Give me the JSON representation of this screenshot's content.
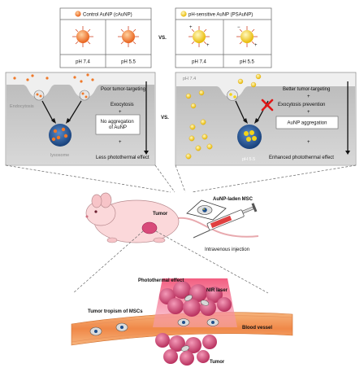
{
  "top_left_table": {
    "legend": "Control AuNP (cAuNP)",
    "ph_labels": [
      "pH 7.4",
      "pH 5.5"
    ]
  },
  "top_right_table": {
    "legend": "pH-sensitive AuNP (PSAuNP)",
    "ph_labels": [
      "pH 7.4",
      "pH 5.5"
    ]
  },
  "vs_labels": [
    "VS.",
    "VS."
  ],
  "left_panel": {
    "endocytosis": "Endocytosis",
    "lysosome": "lysosome",
    "poor_targeting": "Poor tumor-targeting",
    "exocytosis": "Exocytosis",
    "no_aggregation": "No aggregation\nof AuNP",
    "less_effect": "Less photothermal effect"
  },
  "right_panel": {
    "ph_top": "pH 7.4",
    "better_targeting": "Better tumor-targeting",
    "exocytosis_prevention": "Exocytosis prevention",
    "aggregation": "AuNP aggregation",
    "enhanced_effect": "Enhanced photothermal effect",
    "ph_bottom": "pH 5.5"
  },
  "injection": {
    "laden": "AuNP-laden MSC",
    "tumor": "Tumor",
    "route": "Intravenous injection"
  },
  "bottom": {
    "photothermal": "Photothermal effect",
    "laser": "NIR laser",
    "tropism": "Tumor tropism of MSCs",
    "vessel": "Blood vessel",
    "tumor": "Tumor"
  },
  "colors": {
    "control_np": "#f07828",
    "ps_np": "#f4d418",
    "cell_gray": "#c9c9c9",
    "lysosome_blue": "#1e4f8c",
    "tumor_pink": "#d44a78",
    "vessel_orange": "#f4a868"
  }
}
